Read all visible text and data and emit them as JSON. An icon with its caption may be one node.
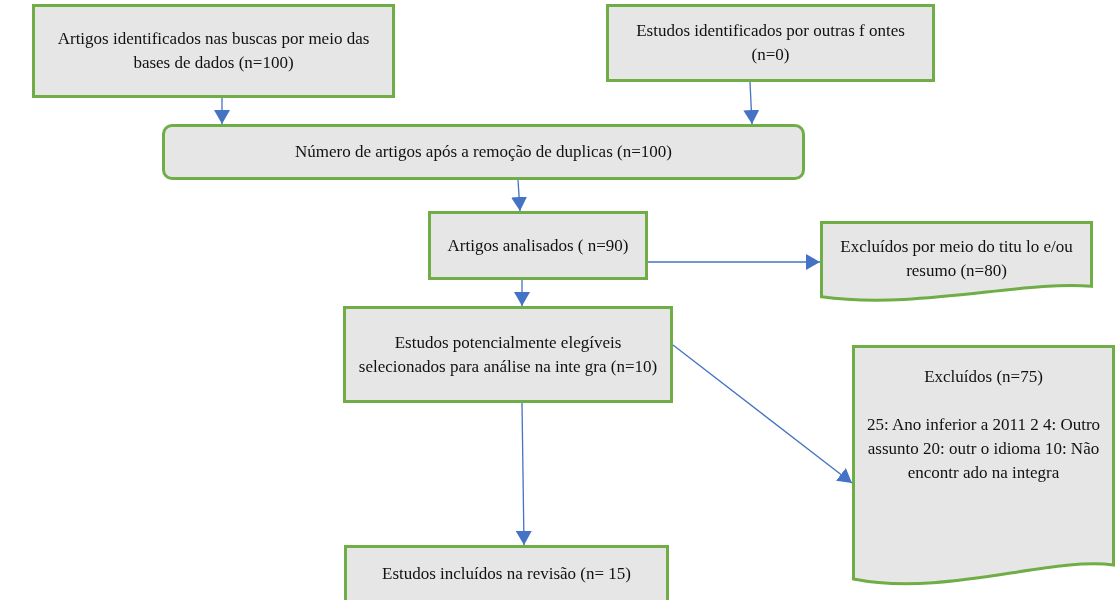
{
  "diagram": {
    "nodes": [
      {
        "text": [
          "Artigos identificados nas buscas por meio das bases de dados (n=100)"
        ]
      },
      {
        "text": [
          "Estudos identificados por outras f ontes (n=0)"
        ]
      },
      {
        "text": [
          "Número de artigos após a remoção de duplicas (n=100)"
        ]
      },
      {
        "text": [
          "Artigos analisados ( n=90)"
        ]
      },
      {
        "text": [
          "Excluídos por meio do titu lo e/ou resumo (n=80)"
        ]
      },
      {
        "text": [
          "Estudos potencialmente elegíveis selecionados para análise na inte gra (n=10)"
        ]
      },
      {
        "text": [
          "Excluídos (n=75)",
          "25: Ano inferior a 2011 2 4: Outro assunto 20: outr o idioma 10: Não encontr ado na integra"
        ]
      },
      {
        "text": [
          "Estudos incluídos na revisão (n= 15)"
        ]
      }
    ],
    "edges": [
      {
        "from": 0,
        "to": 2,
        "arrow": "to"
      },
      {
        "from": 1,
        "to": 2,
        "arrow": "to"
      },
      {
        "from": 2,
        "to": 3,
        "arrow": "to"
      },
      {
        "from": 3,
        "to": 4,
        "arrow": "to"
      },
      {
        "from": 3,
        "to": 5,
        "arrow": "to"
      },
      {
        "from": 5,
        "to": 6,
        "arrow": "to"
      },
      {
        "from": 5,
        "to": 7,
        "arrow": "to"
      }
    ]
  }
}
